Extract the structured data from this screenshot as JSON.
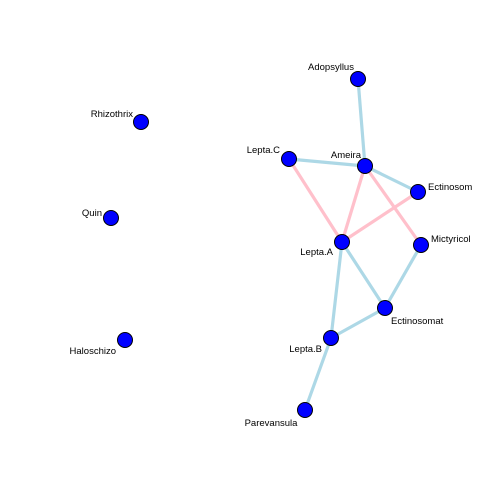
{
  "graph": {
    "edge_colors": {
      "positive": "#add8e6",
      "negative": "#ffc0cb"
    },
    "node_color": "#0000ff",
    "node_stroke": "#000000",
    "nodes": [
      {
        "id": "adopsyllus",
        "label": "Adopsyllus"
      },
      {
        "id": "rhizothrix",
        "label": "Rhizothrix"
      },
      {
        "id": "lepta_c",
        "label": "Lepta.C"
      },
      {
        "id": "ameira",
        "label": "Ameira"
      },
      {
        "id": "ectinosom1",
        "label": "Ectinosom"
      },
      {
        "id": "quin",
        "label": "Quin"
      },
      {
        "id": "lepta_a",
        "label": "Lepta.A"
      },
      {
        "id": "mictyricol",
        "label": "Mictyricol"
      },
      {
        "id": "ectinosomat",
        "label": "Ectinosomat"
      },
      {
        "id": "haloschizo",
        "label": "Haloschizo"
      },
      {
        "id": "lepta_b",
        "label": "Lepta.B"
      },
      {
        "id": "parevansula",
        "label": "Parevansula"
      }
    ],
    "edges": [
      {
        "source": "adopsyllus",
        "target": "ameira",
        "type": "positive"
      },
      {
        "source": "lepta_c",
        "target": "ameira",
        "type": "positive"
      },
      {
        "source": "ameira",
        "target": "ectinosom1",
        "type": "positive"
      },
      {
        "source": "lepta_c",
        "target": "lepta_a",
        "type": "negative"
      },
      {
        "source": "ameira",
        "target": "lepta_a",
        "type": "negative"
      },
      {
        "source": "ameira",
        "target": "mictyricol",
        "type": "negative"
      },
      {
        "source": "ectinosom1",
        "target": "lepta_a",
        "type": "negative"
      },
      {
        "source": "lepta_a",
        "target": "ectinosomat",
        "type": "positive"
      },
      {
        "source": "mictyricol",
        "target": "ectinosomat",
        "type": "positive"
      },
      {
        "source": "lepta_a",
        "target": "lepta_b",
        "type": "positive"
      },
      {
        "source": "ectinosomat",
        "target": "lepta_b",
        "type": "positive"
      },
      {
        "source": "lepta_b",
        "target": "parevansula",
        "type": "positive"
      }
    ]
  }
}
